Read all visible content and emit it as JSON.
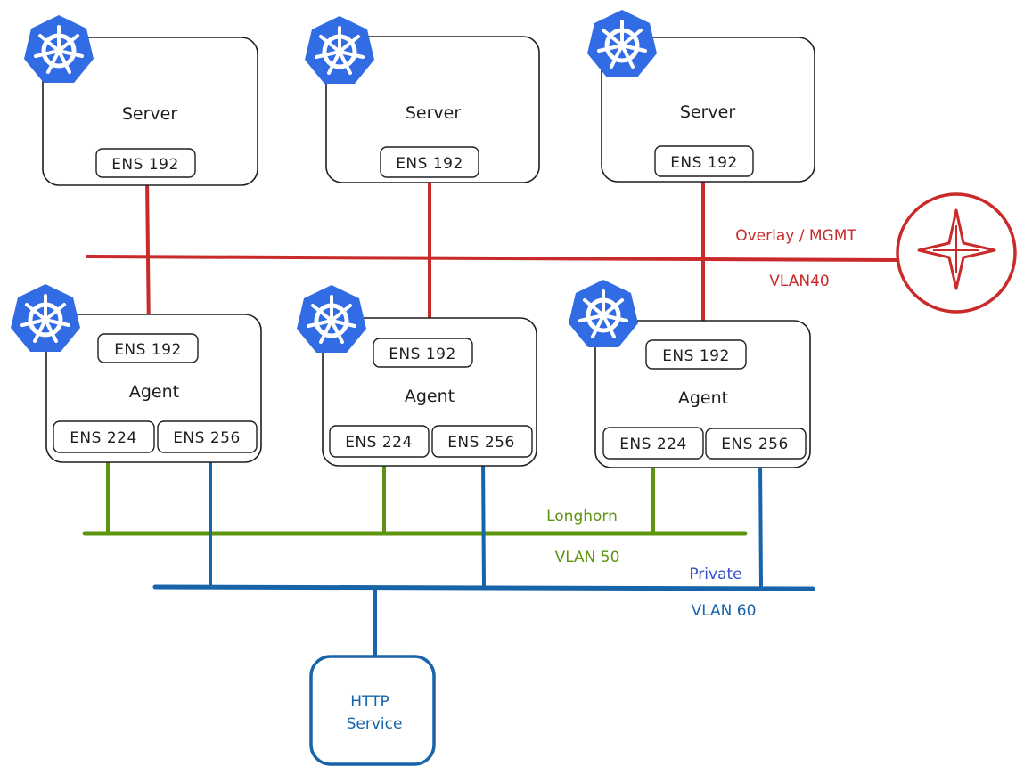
{
  "servers": [
    {
      "label": "Server",
      "nic": "ENS 192"
    },
    {
      "label": "Server",
      "nic": "ENS 192"
    },
    {
      "label": "Server",
      "nic": "ENS 192"
    }
  ],
  "agents": [
    {
      "label": "Agent",
      "nic_top": "ENS 192",
      "nic_left": "ENS 224",
      "nic_right": "ENS 256"
    },
    {
      "label": "Agent",
      "nic_top": "ENS 192",
      "nic_left": "ENS 224",
      "nic_right": "ENS 256"
    },
    {
      "label": "Agent",
      "nic_top": "ENS 192",
      "nic_left": "ENS 224",
      "nic_right": "ENS 256"
    }
  ],
  "networks": {
    "overlay": {
      "name": "Overlay / MGMT",
      "vlan": "VLAN40",
      "color": "#c92a2a"
    },
    "longhorn": {
      "name": "Longhorn",
      "vlan": "VLAN 50",
      "color": "#5c940d"
    },
    "private": {
      "name": "Private",
      "vlan": "VLAN 60",
      "color": "#1864ab",
      "name_color": "#364fc7"
    }
  },
  "service": {
    "line1": "HTTP",
    "line2": "Service"
  },
  "icons": {
    "kubernetes": "kubernetes-icon",
    "router": "router-icon",
    "kubernetes_color": "#326ce5"
  }
}
